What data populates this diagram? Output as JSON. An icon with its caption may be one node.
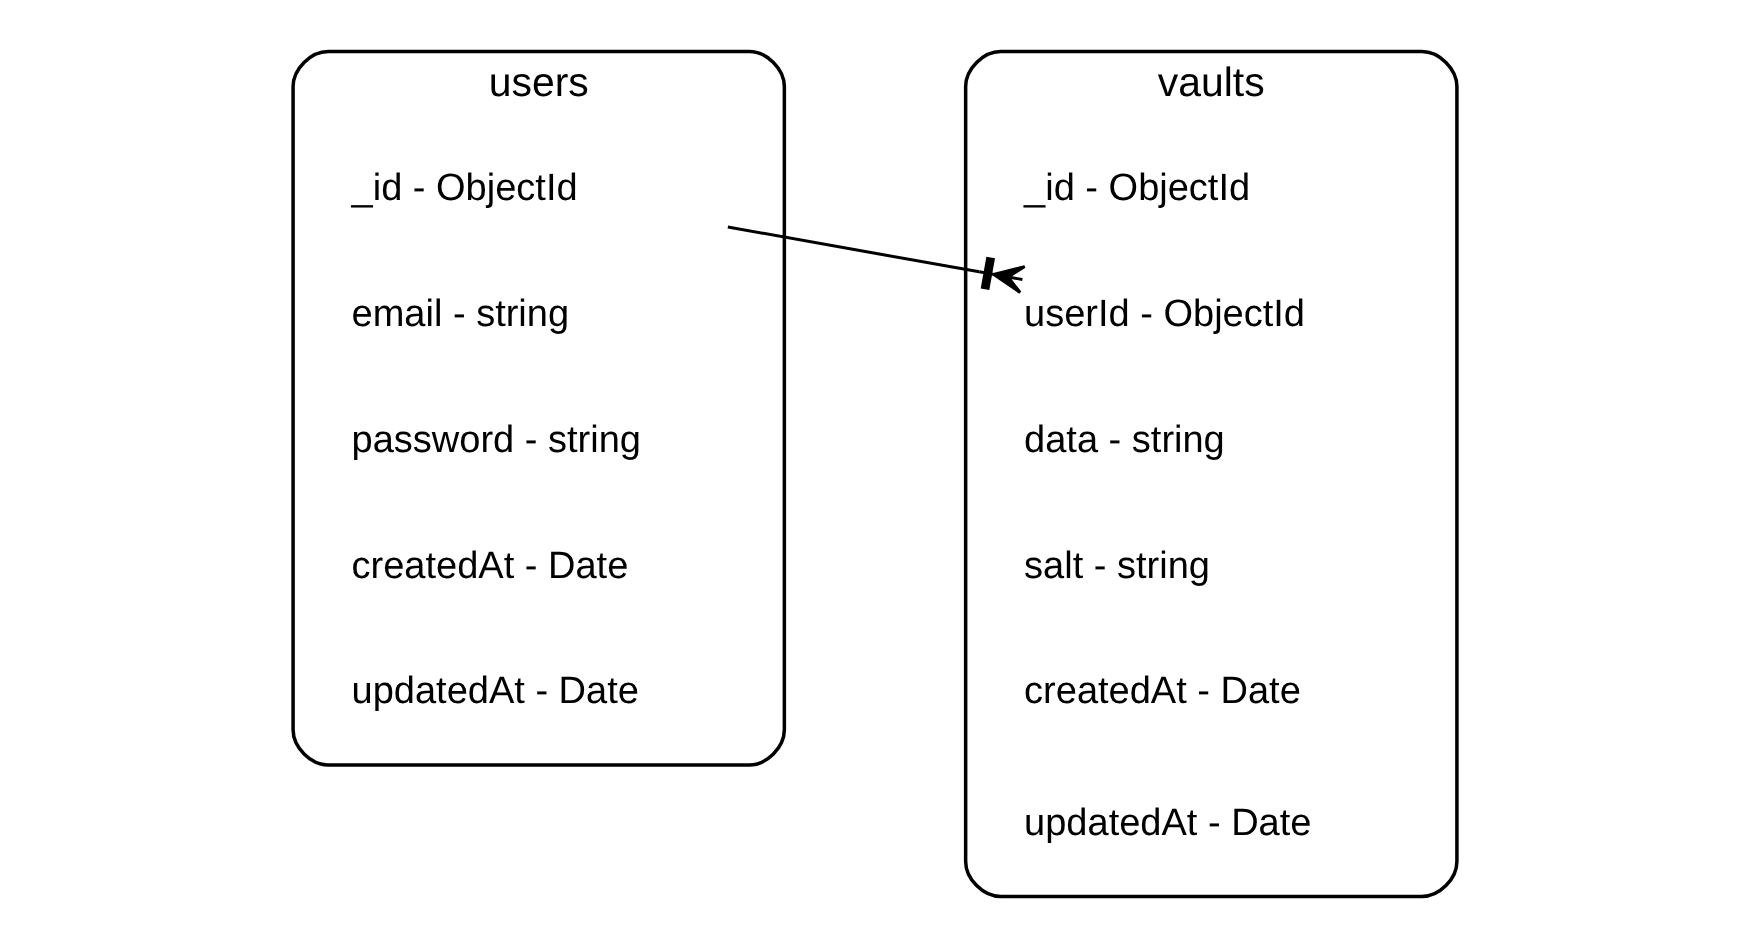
{
  "diagram": {
    "nodes": [
      {
        "text": [
          "users"
        ]
      },
      {
        "text": [
          "_id - ObjectId"
        ],
        "in": 0
      },
      {
        "text": [
          "email - string"
        ],
        "in": 0
      },
      {
        "text": [
          "password - string"
        ],
        "in": 0
      },
      {
        "text": [
          "createdAt - Date"
        ],
        "in": 0
      },
      {
        "text": [
          "updatedAt - Date"
        ],
        "in": 0
      },
      {
        "text": [
          "vaults"
        ]
      },
      {
        "text": [
          "_id - ObjectId"
        ],
        "in": 6
      },
      {
        "text": [
          "userId - ObjectId"
        ],
        "in": 6
      },
      {
        "text": [
          "data - string"
        ],
        "in": 6
      },
      {
        "text": [
          "salt - string"
        ],
        "in": 6
      },
      {
        "text": [
          "createdAt - Date"
        ],
        "in": 6
      },
      {
        "text": [
          "updatedAt - Date"
        ],
        "in": 6
      }
    ],
    "edges": [
      {
        "from": 1,
        "to": 8,
        "arrow": "other"
      }
    ]
  }
}
